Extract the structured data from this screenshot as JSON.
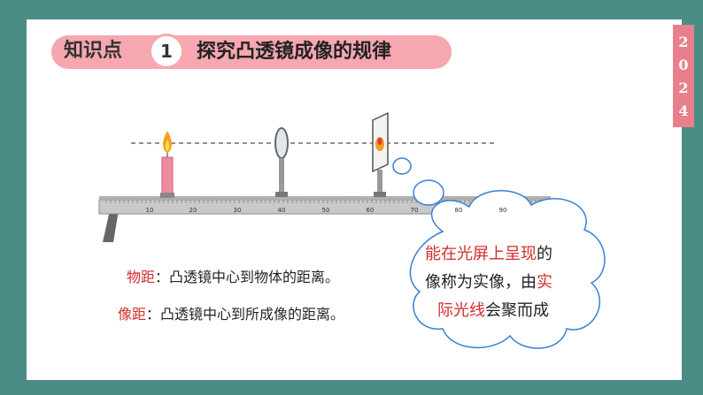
{
  "year": [
    "2",
    "0",
    "2",
    "4"
  ],
  "title": {
    "tag": "知识点",
    "number": "1",
    "text": "探究凸透镜成像的规律"
  },
  "ruler": {
    "ticks": [
      "10",
      "20",
      "30",
      "40",
      "50",
      "60",
      "70",
      "80",
      "90"
    ]
  },
  "definitions": {
    "object_term": "物距",
    "object_text": "：凸透镜中心到物体的距离。",
    "image_term": "像距",
    "image_text": "：凸透镜中心到所成像的距离。"
  },
  "bubble": {
    "line1_red": "能在光屏上呈现",
    "line1_black": "的",
    "line2_black": "像称为实像，由",
    "line2_red": "实",
    "line3_red": "际光线",
    "line3_black": "会聚而成"
  },
  "colors": {
    "background": "#4a8c86",
    "accent_pink": "#f7a7b0",
    "highlight_red": "#d42b2b",
    "bubble_border": "#3a7fd0"
  }
}
